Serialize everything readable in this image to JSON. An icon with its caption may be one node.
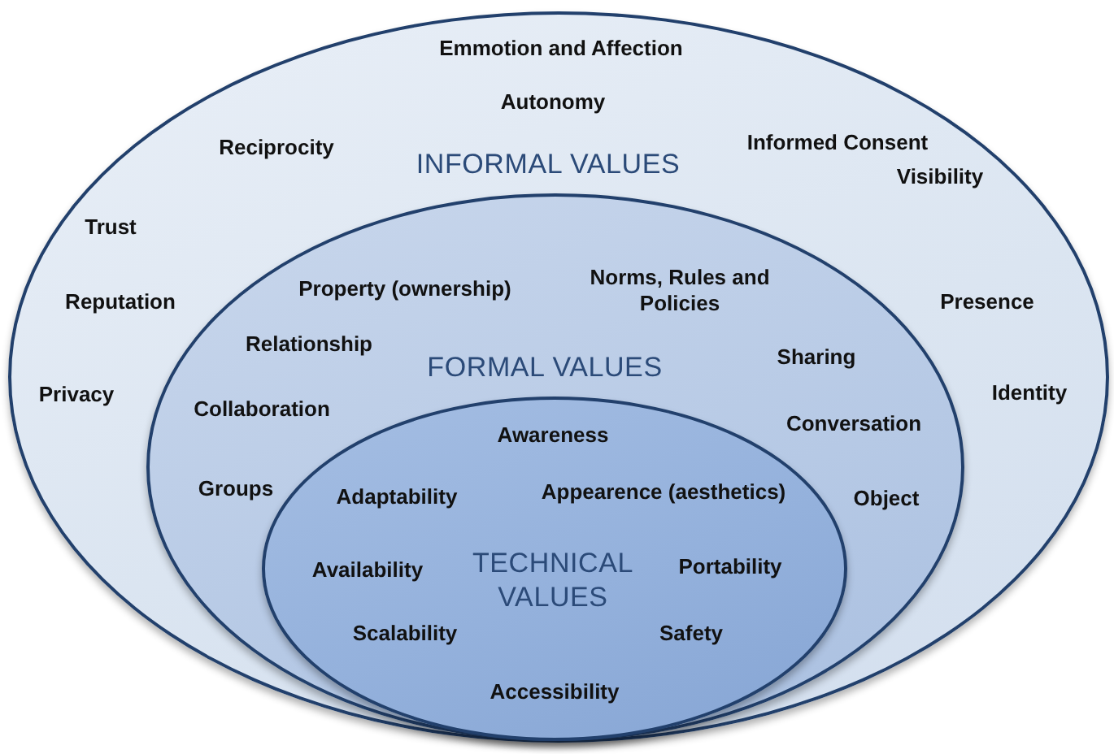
{
  "diagram": {
    "nodes": [
      {
        "text": [
          "Emmotion and Affection",
          "Autonomy",
          "Reciprocity",
          "INFORMAL VALUES",
          "Informed Consent",
          "Trust",
          "Visibility",
          "Reputation",
          "Presence",
          "Privacy",
          "Identity"
        ]
      },
      {
        "text": [
          "Property (ownership)",
          "Norms, Rules and Policies",
          "Relationship",
          "FORMAL VALUES",
          "Sharing",
          "Collaboration",
          "Conversation",
          "Groups",
          "Object"
        ],
        "in": 0
      },
      {
        "text": [
          "Awareness",
          "Adaptability",
          "Appearence (aesthetics)",
          "Availability",
          "TECHNICAL VALUES",
          "Portability",
          "Scalability",
          "Safety",
          "Accessibility"
        ],
        "in": 1
      }
    ]
  }
}
